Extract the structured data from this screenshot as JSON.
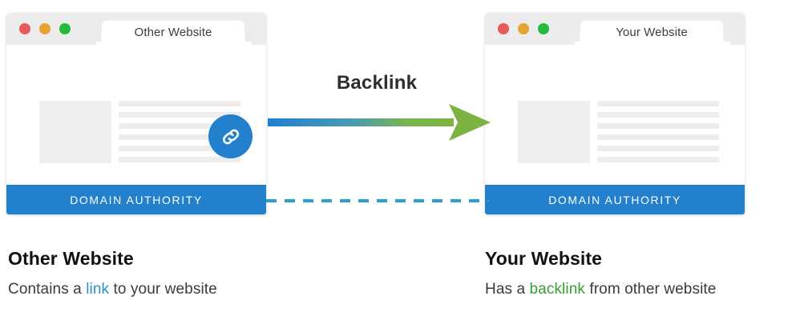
{
  "windows": [
    {
      "id": "other-website",
      "tab_title": "Other Website",
      "dots": [
        "red",
        "yellow",
        "green"
      ],
      "content_lines": 6,
      "has_link_badge": true,
      "link_icon": "chain-link-icon",
      "footer_label": "DOMAIN AUTHORITY"
    },
    {
      "id": "your-website",
      "tab_title": "Your Website",
      "dots": [
        "red",
        "yellow",
        "green"
      ],
      "content_lines": 6,
      "has_link_badge": false,
      "link_icon": null,
      "footer_label": "DOMAIN AUTHORITY"
    }
  ],
  "connector": {
    "label": "Backlink",
    "arrow_icon": "right-arrow-icon",
    "arrow_gradient_start": "#1f7fd0",
    "arrow_gradient_end": "#7cb342",
    "dashed_line_color": "#2a9fd0"
  },
  "captions": [
    {
      "title": "Other Website",
      "text_before": "Contains a ",
      "highlight": "link",
      "text_after": " to your website",
      "highlight_color": "#2b93c4"
    },
    {
      "title": "Your Website",
      "text_before": "Has a ",
      "highlight": "backlink",
      "text_after": " from other website",
      "highlight_color": "#36a033"
    }
  ],
  "colors": {
    "accent_blue": "#2380cd",
    "accent_green": "#7cb342",
    "dot_red": "#e8595a",
    "dot_yellow": "#e8a232",
    "dot_green": "#22bb3c",
    "titlebar_grey": "#ececec",
    "placeholder_grey": "#eeeeee"
  }
}
